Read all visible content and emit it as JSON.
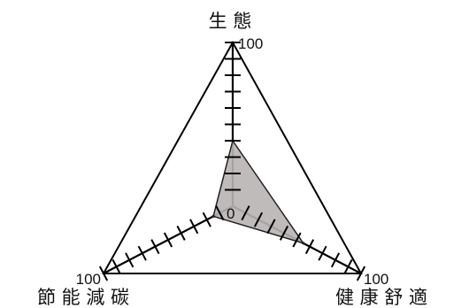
{
  "chart_data": {
    "type": "radar",
    "axes": [
      {
        "key": "ecology",
        "label": "生 態"
      },
      {
        "key": "comfort",
        "label": "健 康 舒 適"
      },
      {
        "key": "energy",
        "label": "節 能 減 碳"
      }
    ],
    "range": [
      0,
      100
    ],
    "tick_step": 10,
    "labels": {
      "origin": "0",
      "max": "100"
    },
    "values": [
      40,
      55,
      15
    ],
    "colors": {
      "frame": "#000000",
      "fill": "#b8b4b2",
      "outline": "#222222"
    }
  }
}
